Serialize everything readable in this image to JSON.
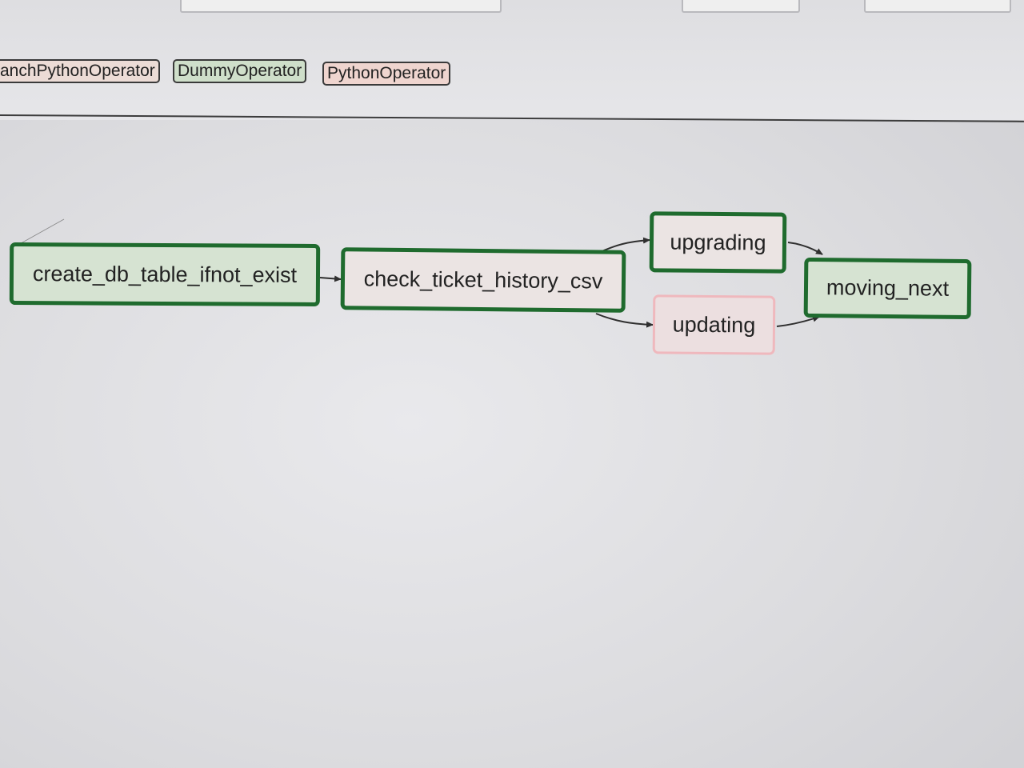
{
  "legend": {
    "chips": [
      {
        "label": "anchPythonOperator",
        "color": "#ecdcd6"
      },
      {
        "label": "DummyOperator",
        "color": "#cfdfca"
      },
      {
        "label": "PythonOperator",
        "color": "#efd5cf"
      }
    ]
  },
  "graph": {
    "nodes": [
      {
        "id": "create_db_table_ifnot_exist",
        "label": "create_db_table_ifnot_exist",
        "state": "success"
      },
      {
        "id": "check_ticket_history_csv",
        "label": "check_ticket_history_csv",
        "state": "success"
      },
      {
        "id": "upgrading",
        "label": "upgrading",
        "state": "success"
      },
      {
        "id": "updating",
        "label": "updating",
        "state": "pending"
      },
      {
        "id": "moving_next",
        "label": "moving_next",
        "state": "success"
      }
    ],
    "edges": [
      {
        "from": "create_db_table_ifnot_exist",
        "to": "check_ticket_history_csv"
      },
      {
        "from": "check_ticket_history_csv",
        "to": "upgrading"
      },
      {
        "from": "check_ticket_history_csv",
        "to": "updating"
      },
      {
        "from": "upgrading",
        "to": "moving_next"
      },
      {
        "from": "updating",
        "to": "moving_next"
      }
    ],
    "colors": {
      "success_border": "#1f6b2e",
      "pending_border": "#efb8bd",
      "edge": "#2f2f2f"
    }
  }
}
